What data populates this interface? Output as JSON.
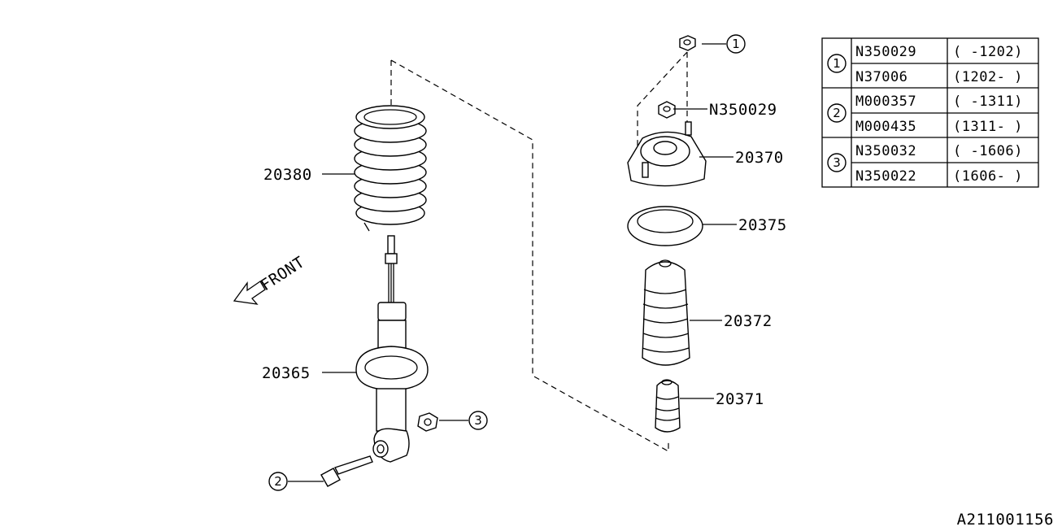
{
  "callouts": {
    "p20380": "20380",
    "p20365": "20365",
    "p20370": "20370",
    "p20375": "20375",
    "p20372": "20372",
    "p20371": "20371",
    "pN350029": "N350029",
    "ref1": "1",
    "ref2": "2",
    "ref3": "3"
  },
  "front_label": "FRONT",
  "legend": {
    "groups": [
      {
        "ref": "1",
        "rows": [
          {
            "part": "N350029",
            "range": "( -1202)"
          },
          {
            "part": "N37006",
            "range": "(1202- )"
          }
        ]
      },
      {
        "ref": "2",
        "rows": [
          {
            "part": "M000357",
            "range": "( -1311)"
          },
          {
            "part": "M000435",
            "range": "(1311- )"
          }
        ]
      },
      {
        "ref": "3",
        "rows": [
          {
            "part": "N350032",
            "range": "( -1606)"
          },
          {
            "part": "N350022",
            "range": "(1606- )"
          }
        ]
      }
    ]
  },
  "drawing_id": "A211001156"
}
